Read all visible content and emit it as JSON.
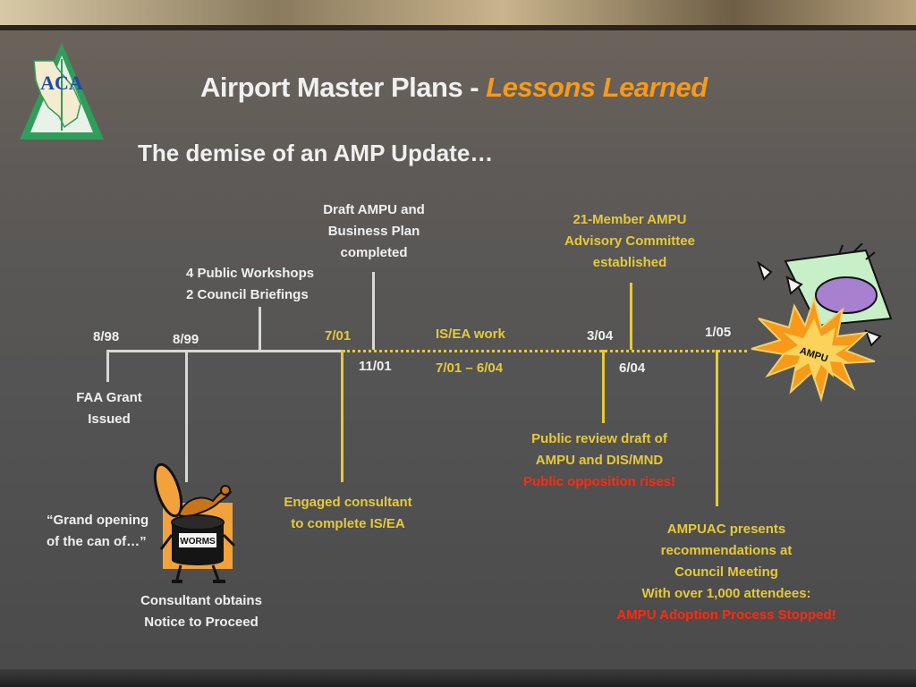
{
  "slide": {
    "title_main": "Airport Master Plans - ",
    "title_accent": "Lessons Learned",
    "subtitle": "The demise of an AMP Update…",
    "logo_text": "ACA"
  },
  "timeline": {
    "date_8_98": "8/98",
    "date_8_99": "8/99",
    "date_7_01": "7/01",
    "date_11_01": "11/01",
    "date_3_04": "3/04",
    "date_6_04": "6/04",
    "date_1_05": "1/05",
    "isea_work": "IS/EA work",
    "isea_range": "7/01 – 6/04"
  },
  "events": {
    "faa_grant": [
      "FAA Grant",
      "Issued"
    ],
    "grand_opening": [
      "“Grand opening",
      "of the can of…”"
    ],
    "consultant_ntp": [
      "Consultant obtains",
      "Notice to Proceed"
    ],
    "workshops": [
      "4 Public Workshops",
      "2 Council Briefings"
    ],
    "draft_ampu": [
      "Draft AMPU and",
      "Business Plan",
      "completed"
    ],
    "engaged_consultant": [
      "Engaged consultant",
      "to complete IS/EA"
    ],
    "committee": [
      "21-Member AMPU",
      "Advisory Committee",
      "established"
    ],
    "public_review": [
      "Public review draft of",
      "AMPU and DIS/MND"
    ],
    "public_opposition": "Public opposition rises!",
    "ampuac": [
      "AMPUAC presents",
      "recommendations at",
      "Council Meeting",
      "With over 1,000 attendees:"
    ],
    "stopped": "AMPU Adoption Process Stopped!"
  },
  "graphics": {
    "worms_can_label": "WORMS",
    "explosion_label": "AMPU"
  },
  "colors": {
    "accent_orange": "#f79a1a",
    "timeline_yellow": "#e6c93a",
    "alert_red": "#ff2a10",
    "logo_green": "#2f9e5a"
  }
}
